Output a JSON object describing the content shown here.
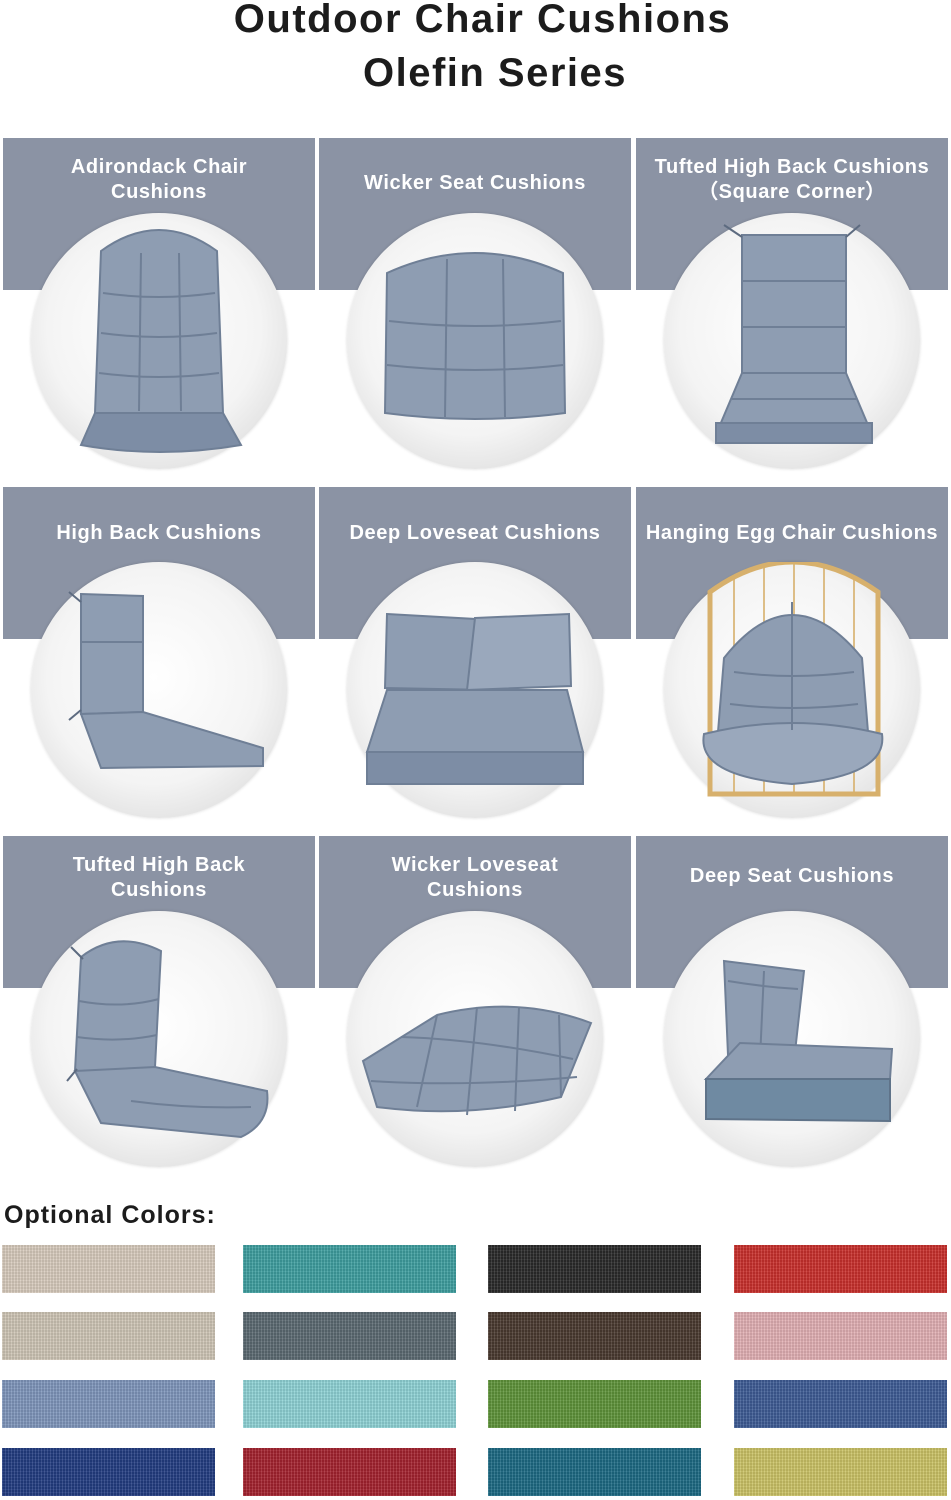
{
  "header": {
    "title_line1": "Outdoor Chair Cushions",
    "title_line2": "Olefin Series"
  },
  "products": [
    {
      "label_lines": [
        "Adirondack Chair",
        "Cushions"
      ],
      "icon": "adirondack-cushion"
    },
    {
      "label_lines": [
        "Wicker Seat Cushions"
      ],
      "icon": "wicker-seat-cushion"
    },
    {
      "label_lines": [
        "Tufted High Back Cushions",
        "（Square Corner）"
      ],
      "icon": "tufted-high-back-square-cushion"
    },
    {
      "label_lines": [
        "High Back Cushions"
      ],
      "icon": "high-back-cushion"
    },
    {
      "label_lines": [
        "Deep Loveseat Cushions"
      ],
      "icon": "deep-loveseat-cushion"
    },
    {
      "label_lines": [
        "Hanging Egg Chair Cushions"
      ],
      "icon": "egg-chair-cushion"
    },
    {
      "label_lines": [
        "Tufted High Back",
        "Cushions"
      ],
      "icon": "tufted-high-back-cushion"
    },
    {
      "label_lines": [
        "Wicker Loveseat",
        "Cushions"
      ],
      "icon": "wicker-loveseat-cushion"
    },
    {
      "label_lines": [
        "Deep Seat Cushions"
      ],
      "icon": "deep-seat-cushion"
    }
  ],
  "colors_section": {
    "title": "Optional Colors:",
    "swatches": [
      "#d8cbbd",
      "#3f9fa0",
      "#2a2a2a",
      "#c9302c",
      "#cfc6b6",
      "#5c6a72",
      "#4a3a30",
      "#e2b0b4",
      "#7f96bb",
      "#8fd3d6",
      "#5f943a",
      "#3e5c95",
      "#233d82",
      "#a4232f",
      "#1d6a84",
      "#cbc366"
    ]
  },
  "colors": {
    "band": "#8b93a4",
    "cushion": "#8e9db2",
    "cushion_dark": "#6f7f96",
    "rattan": "#d7b06c"
  }
}
